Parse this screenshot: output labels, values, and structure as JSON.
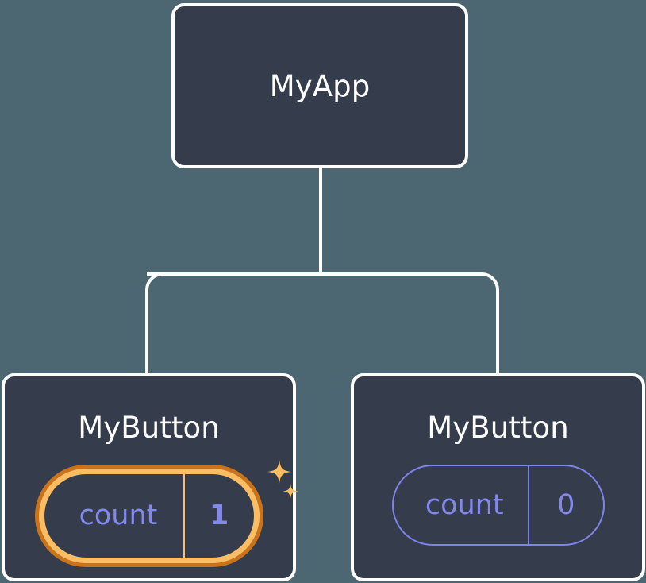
{
  "diagram": {
    "type": "component-tree",
    "title": "React component tree with state",
    "background_color": "#4c6672",
    "node_fill_color": "#353c4b",
    "node_border_color": "#ffffff",
    "edge_color": "#ffffff",
    "accent_colors": {
      "state_text": "#8289ea",
      "state_outline": "#7d84ea",
      "highlight_outer_ring": "#c9741d",
      "highlight_inner_ring": "#fabd63",
      "sparkle": "#fabd63"
    }
  },
  "root": {
    "label": "MyApp"
  },
  "children": [
    {
      "label": "MyButton",
      "state": {
        "name": "count",
        "value": "1",
        "highlighted": true,
        "sparkle_icons": [
          "sparkle-icon-large",
          "sparkle-icon-small"
        ]
      }
    },
    {
      "label": "MyButton",
      "state": {
        "name": "count",
        "value": "0",
        "highlighted": false
      }
    }
  ],
  "edges": [
    {
      "from": "MyApp",
      "to": "MyButton (left)"
    },
    {
      "from": "MyApp",
      "to": "MyButton (right)"
    }
  ]
}
